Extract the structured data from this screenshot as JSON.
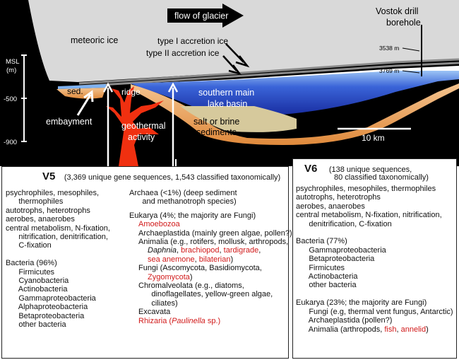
{
  "diagram": {
    "flow_label": "flow of glacier",
    "vostok_label_1": "Vostok drill",
    "vostok_label_2": "borehole",
    "meteoric_ice": "meteoric ice",
    "accretion_1": "type I accretion ice",
    "accretion_2": "type II accretion ice",
    "depth_1": "3538 m",
    "depth_2": "3769 m",
    "msl_1": "MSL",
    "msl_2": "(m)",
    "tick_500": "-500",
    "tick_900": "-900",
    "sed": "sed.",
    "ridge": "ridge",
    "embayment": "embayment",
    "geothermal_1": "geothermal",
    "geothermal_2": "activity",
    "southern_1": "southern main",
    "southern_2": "lake basin",
    "salt_1": "salt or brine",
    "salt_2": "sediments",
    "scale": "10 km",
    "colors": {
      "ice": "#d9d9d9",
      "bedrock": "#000000",
      "lake_deep": "#1f3fbf",
      "lake_light": "#7fb2f0",
      "sediment": "#e8a060",
      "geothermal": "#f03010",
      "red_text": "#d11a1a"
    }
  },
  "v5": {
    "title": "V5",
    "subtitle": "(3,369 unique gene sequences, 1,543 classified taxonomically)",
    "left": [
      "psychrophiles, mesophiles,",
      "      thermophiles",
      "autotrophs, heterotrophs",
      "aerobes, anaerobes",
      "central metabolism, N-fixation,",
      "      nitrification, denitrification,",
      "      C-fixation",
      "",
      "Bacteria (96%)",
      "      Firmicutes",
      "      Cyanobacteria",
      "      Actinobacteria",
      "      Gammaproteobacteria",
      "      Alphaproteobacteria",
      "      Betaproteobacteria",
      "      other bacteria"
    ],
    "archaea_1": "Archaea (<1%) (deep sediment",
    "archaea_2": "      and methanotroph species)",
    "eukarya": "Eukarya (4%; the majority are Fungi)",
    "amoebozoa": "Amoebozoa",
    "archaeplastida": "Archaeplastida (mainly green algae, pollen?)",
    "animalia_1": "Animalia (e.g., rotifers, mollusk, arthropods,",
    "daphnia": "Daphnia",
    "brachiopod": "brachiopod",
    "tardigrade": "tardigrade",
    "sea_anemone": "sea anemone",
    "bilaterian": "bilaterian",
    "fungi_1": "Fungi (Ascomycota, Basidiomycota,",
    "zygomycota": "Zygomycota",
    "chromal_1": "Chromalveolata (e.g., diatoms,",
    "chromal_2": "      dinoflagellates, yellow-green algae,",
    "chromal_3": "      ciliates)",
    "excavata": "Excavata",
    "rhizaria": "Rhizaria",
    "paulinella": "Paulinella",
    "sp": "sp."
  },
  "v6": {
    "title": "V6",
    "subtitle_1": "(138 unique sequences,",
    "subtitle_2": "80 classified taxonomically)",
    "lines_1": [
      "psychrophiles, mesophiles, thermophiles",
      "autotrophs, heterotrophs",
      "aerobes, anaerobes",
      "central metabolism, N-fixation, nitrification,",
      "      denitrification, C-fixation",
      "",
      "Bacteria (77%)",
      "      Gammaproteobacteria",
      "      Betaproteobacteria",
      "      Firmicutes",
      "      Actinobacteria",
      "      other bacteria",
      "",
      "Eukarya (23%; the majority are Fungi)",
      "      Fungi (e.g, thermal vent fungus, Antarctic)",
      "      Archaeplastida (pollen?)"
    ],
    "animalia": "      Animalia (arthropods, ",
    "fish": "fish",
    "annelid": "annelid"
  }
}
